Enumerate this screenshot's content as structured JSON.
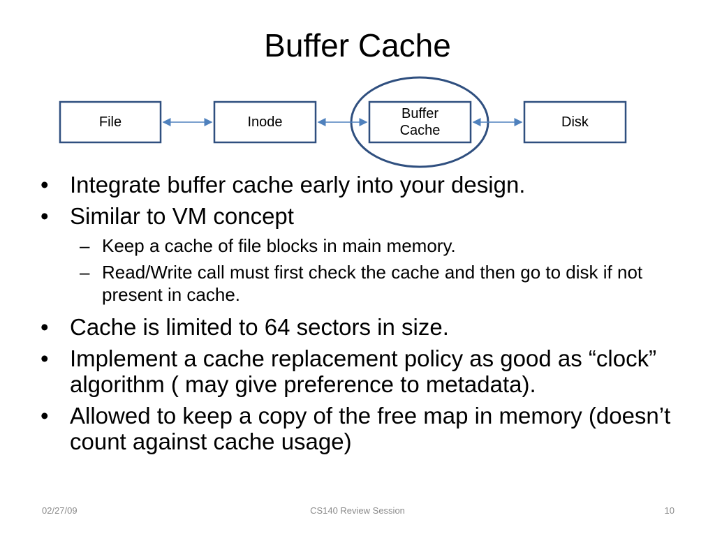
{
  "slide": {
    "title": "Buffer Cache",
    "diagram": {
      "boxes": [
        {
          "label": "File"
        },
        {
          "label": "Inode"
        },
        {
          "label_line1": "Buffer",
          "label_line2": "Cache"
        },
        {
          "label": "Disk"
        }
      ],
      "highlight": "Buffer Cache",
      "colors": {
        "box_stroke": "#2f4f7f",
        "arrow": "#4f81bd",
        "ellipse": "#2f4f7f"
      }
    },
    "bullets": [
      {
        "text": "Integrate buffer cache early into your design."
      },
      {
        "text": "Similar to VM concept",
        "sub": [
          "Keep a cache of file blocks in main memory.",
          "Read/Write call must first check the cache and then go to disk if not present in cache."
        ]
      },
      {
        "text": "Cache is limited to 64 sectors in size."
      },
      {
        "text": "Implement a cache replacement policy as good as “clock”  algorithm ( may give preference to metadata)."
      },
      {
        "text": "Allowed to keep a copy of the free map in memory (doesn’t count against cache usage)"
      }
    ],
    "bullet_symbol": "•",
    "sub_symbol": "–",
    "footer": {
      "date": "02/27/09",
      "center": "CS140 Review Session",
      "page_number": "10"
    }
  }
}
